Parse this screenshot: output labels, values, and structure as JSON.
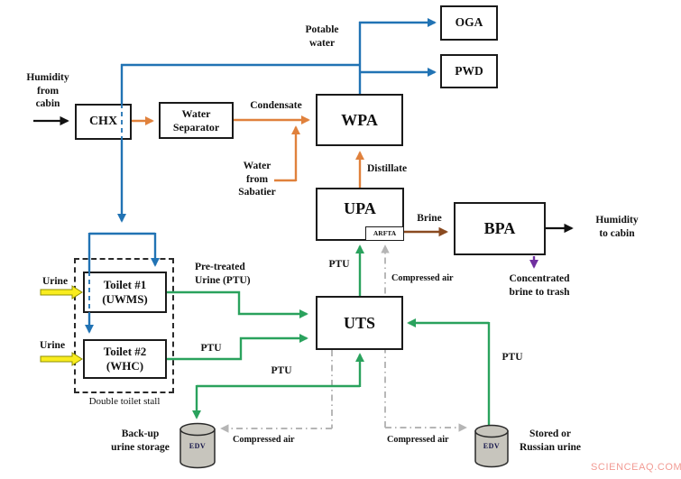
{
  "boxes": {
    "chx": "CHX",
    "water_separator": "Water\nSeparator",
    "wpa": "WPA",
    "oga": "OGA",
    "pwd": "PWD",
    "upa": "UPA",
    "arfta": "ARFTA",
    "bpa": "BPA",
    "uts": "UTS",
    "toilet1": "Toilet #1\n(UWMS)",
    "toilet2": "Toilet #2\n(WHC)",
    "stall_caption": "Double toilet stall"
  },
  "tanks": {
    "edv_backup": {
      "label": "EDV",
      "caption": "Back-up\nurine storage"
    },
    "edv_stored": {
      "label": "EDV",
      "caption": "Stored or\nRussian urine"
    }
  },
  "labels": {
    "humidity_from_cabin": "Humidity\nfrom\ncabin",
    "potable_water": "Potable\nwater",
    "condensate": "Condensate",
    "water_from_sabatier": "Water\nfrom\nSabatier",
    "distillate": "Distillate",
    "brine": "Brine",
    "humidity_to_cabin": "Humidity\nto cabin",
    "concentrated_brine": "Concentrated\nbrine  to trash",
    "pretreated_urine": "Pre-treated\nUrine (PTU)",
    "ptu_toilet2": "PTU",
    "ptu_to_upa": "PTU",
    "ptu_backup": "PTU",
    "ptu_stored": "PTU",
    "urine_toilet1": "Urine",
    "urine_toilet2": "Urine",
    "compressed_air_upa": "Compressed air",
    "compressed_air_backup": "Compressed air",
    "compressed_air_stored": "Compressed air"
  },
  "watermark": "SCIENCEAQ.COM",
  "colors": {
    "potable_water_line": "#2173b4",
    "condensate_line": "#e0813c",
    "ptu_line": "#2aa25d",
    "urine_arrow": "#f9ec1f",
    "compressed_air_line": "#b5b5b5",
    "brine_line": "#8a4a20",
    "brine_trash_line": "#7030a0",
    "air_humidity_line": "#111111",
    "tank_fill": "#c7c5bd"
  }
}
